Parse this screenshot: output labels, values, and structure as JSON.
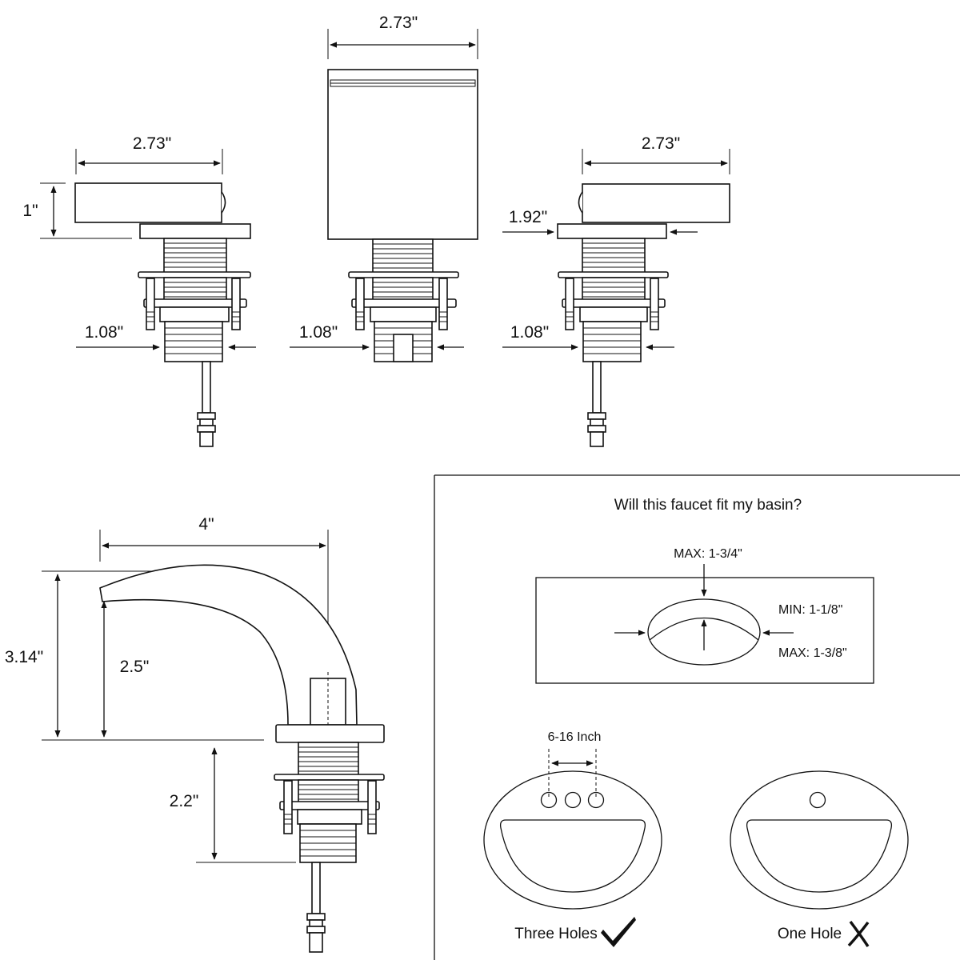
{
  "dimensions": {
    "left_handle_width": "2.73\"",
    "left_handle_height": "1\"",
    "left_base_diameter": "1.08\"",
    "center_spout_width": "2.73\"",
    "center_base_diameter": "1.08\"",
    "right_handle_width": "2.73\"",
    "right_flange_width": "1.92\"",
    "right_base_diameter": "1.08\"",
    "side_reach": "4\"",
    "side_total_height": "3.14\"",
    "side_spout_height": "2.5\"",
    "side_shank_length": "2.2\""
  },
  "fit_panel": {
    "question": "Will this faucet fit my basin?",
    "thickness_max": "MAX: 1-3/4\"",
    "hole_min": "MIN: 1-1/8\"",
    "hole_max": "MAX: 1-3/8\"",
    "spacing": "6-16 Inch",
    "three_holes_label": "Three Holes",
    "one_hole_label": "One Hole",
    "three_holes_fits": true,
    "one_hole_fits": false
  }
}
